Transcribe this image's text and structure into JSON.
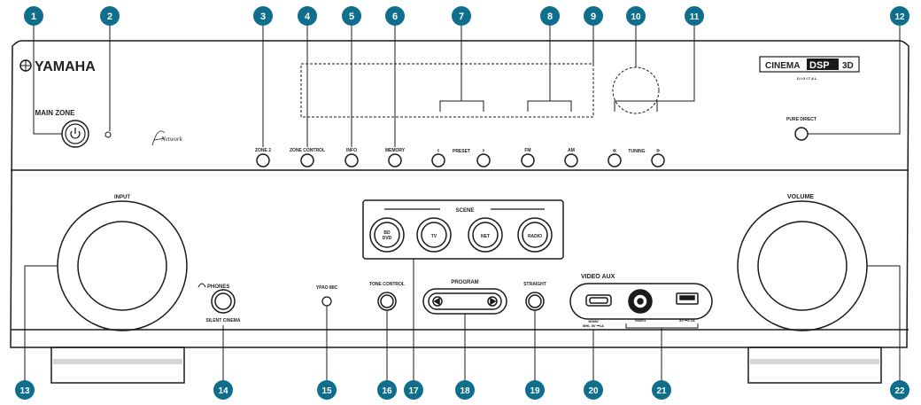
{
  "brand": "YAMAHA",
  "logo": {
    "cinema": "CINEMA",
    "dsp": "DSP",
    "three_d": "3D",
    "digital": "D I G I T A L"
  },
  "network_mark": "Network",
  "labels": {
    "main_zone": "MAIN ZONE",
    "zone2": "ZONE 2",
    "zone_control": "ZONE CONTROL",
    "info": "INFO",
    "memory": "MEMORY",
    "preset": "PRESET",
    "preset_left": "‹",
    "preset_right": "›",
    "fm": "FM",
    "am": "AM",
    "tuning": "TUNING",
    "tuning_left": "«",
    "tuning_right": "»",
    "pure_direct": "PURE DIRECT",
    "input": "INPUT",
    "volume": "VOLUME",
    "scene": "SCENE",
    "scene_bd_line1": "BD",
    "scene_bd_line2": "DVD",
    "scene_tv": "TV",
    "scene_net": "NET",
    "scene_radio": "RADIO",
    "phones": "PHONES",
    "silent_cinema": "SILENT CINEMA",
    "ypao_mic": "YPAO MIC",
    "tone_control": "TONE CONTROL",
    "program": "PROGRAM",
    "straight": "STRAIGHT",
    "video_aux": "VIDEO AUX",
    "hdmi_line1": "HDMI/",
    "hdmi_line2": "MHL 5V ⎓1A",
    "video": "VIDEO",
    "usb_power": "5V ⎓2.1A"
  },
  "callouts": [
    "1",
    "2",
    "3",
    "4",
    "5",
    "6",
    "7",
    "8",
    "9",
    "10",
    "11",
    "12",
    "13",
    "14",
    "15",
    "16",
    "17",
    "18",
    "19",
    "20",
    "21",
    "22"
  ],
  "colors": {
    "callout": "#0f6e8c",
    "line": "#1a1a1a",
    "panel": "#ffffff"
  }
}
